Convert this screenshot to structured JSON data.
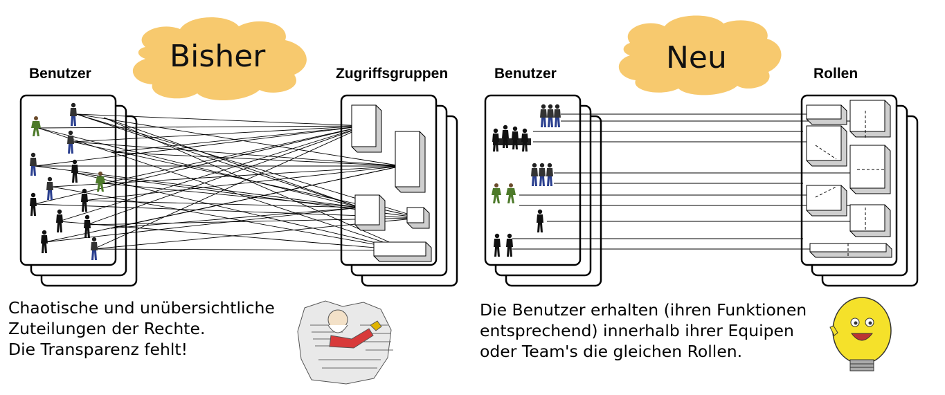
{
  "left_panel": {
    "cloud_label": "Bisher",
    "users_heading": "Benutzer",
    "groups_heading": "Zugriffsgruppen",
    "caption_lines": [
      "Chaotische und unübersichtliche",
      "Zuteilungen der Rechte.",
      "Die Transparenz fehlt!"
    ]
  },
  "right_panel": {
    "cloud_label": "Neu",
    "users_heading": "Benutzer",
    "roles_heading": "Rollen",
    "caption_lines": [
      "Die Benutzer erhalten (ihren Funktionen",
      "entsprechend) innerhalb ihrer Equipen",
      "oder Team's die gleichen Rollen."
    ]
  },
  "colors": {
    "cloud": "#f7c96e",
    "box_stroke": "#000000",
    "cube_face": "#ffffff",
    "cube_side": "#cfcfcf",
    "line": "#000000",
    "bulb": "#f5e12a"
  }
}
